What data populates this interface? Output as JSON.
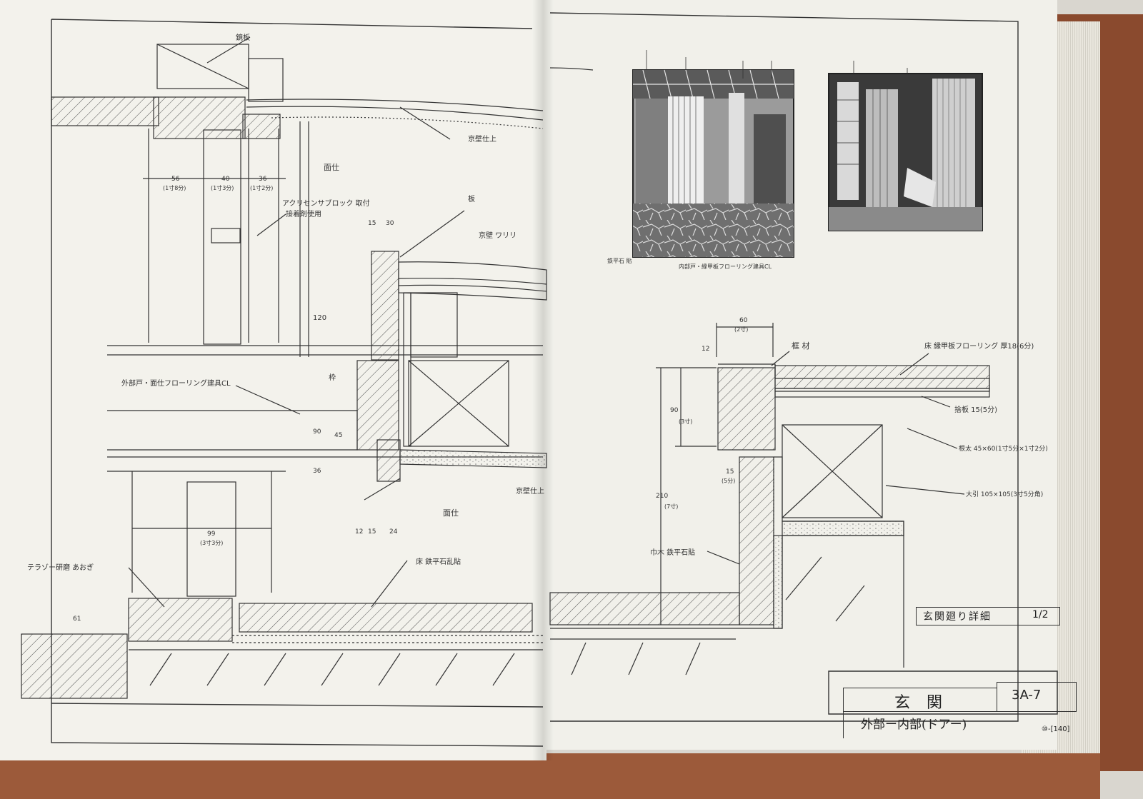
{
  "title_block": {
    "title": "玄 関",
    "subtitle": "外部ー内部(ドアー)",
    "sheet_number": "3A-7",
    "page_number": "⑩-[140]"
  },
  "detail_box": {
    "title": "玄関廻り詳細",
    "scale": "1/2"
  },
  "left_sheet": {
    "annotations": [
      {
        "id": "a1",
        "text": "鏡板"
      },
      {
        "id": "a2",
        "text": "京壁仕上"
      },
      {
        "id": "a3",
        "text": "面仕"
      },
      {
        "id": "a4",
        "text": "アクリセンサブロック 取付"
      },
      {
        "id": "a5",
        "text": "接着剤使用"
      },
      {
        "id": "a6",
        "text": "板"
      },
      {
        "id": "a7",
        "text": "京壁 ワリリ"
      },
      {
        "id": "a8",
        "text": "外部戸・面仕フローリング建具CL"
      },
      {
        "id": "a9",
        "text": "京壁仕上"
      },
      {
        "id": "a10",
        "text": "面仕"
      },
      {
        "id": "a11",
        "text": "テラゾー研磨 あおぎ"
      },
      {
        "id": "a12",
        "text": "床 鉄平石乱貼"
      },
      {
        "id": "a13",
        "text": "枠"
      }
    ],
    "dimensions": [
      {
        "id": "d1",
        "text": "56"
      },
      {
        "id": "d1b",
        "text": "(1寸8分)"
      },
      {
        "id": "d2",
        "text": "40"
      },
      {
        "id": "d2b",
        "text": "(1寸3分)"
      },
      {
        "id": "d3",
        "text": "36"
      },
      {
        "id": "d3b",
        "text": "(1寸2分)"
      },
      {
        "id": "d4",
        "text": "15"
      },
      {
        "id": "d5",
        "text": "30"
      },
      {
        "id": "d6",
        "text": "120"
      },
      {
        "id": "d7",
        "text": "90"
      },
      {
        "id": "d8",
        "text": "45"
      },
      {
        "id": "d9",
        "text": "36"
      },
      {
        "id": "d10",
        "text": "99"
      },
      {
        "id": "d10b",
        "text": "(3寸3分)"
      },
      {
        "id": "d11",
        "text": "12"
      },
      {
        "id": "d12",
        "text": "15"
      },
      {
        "id": "d13",
        "text": "24"
      },
      {
        "id": "d14",
        "text": "61"
      }
    ]
  },
  "right_sheet": {
    "annotations": [
      {
        "id": "r1",
        "text": "框 材"
      },
      {
        "id": "r2",
        "text": "床 縁甲板フローリング 厚18(6分)"
      },
      {
        "id": "r3",
        "text": "捨板 15(5分)"
      },
      {
        "id": "r4",
        "text": "根太 45×60(1寸5分×1寸2分)"
      },
      {
        "id": "r5",
        "text": "大引 105×105(3寸5分角)"
      },
      {
        "id": "r6",
        "text": "巾木 鉄平石貼"
      },
      {
        "id": "r7",
        "text": "鉄平石 貼"
      },
      {
        "id": "r8",
        "text": "内部戸・縁甲板フローリング建具CL"
      }
    ],
    "dimensions": [
      {
        "id": "rd1",
        "text": "60"
      },
      {
        "id": "rd1b",
        "text": "(2寸)"
      },
      {
        "id": "rd2",
        "text": "12"
      },
      {
        "id": "rd3",
        "text": "90"
      },
      {
        "id": "rd3b",
        "text": "(3寸)"
      },
      {
        "id": "rd4",
        "text": "15"
      },
      {
        "id": "rd4b",
        "text": "(5分)"
      },
      {
        "id": "rd5",
        "text": "210"
      },
      {
        "id": "rd5b",
        "text": "(7寸)"
      }
    ]
  }
}
